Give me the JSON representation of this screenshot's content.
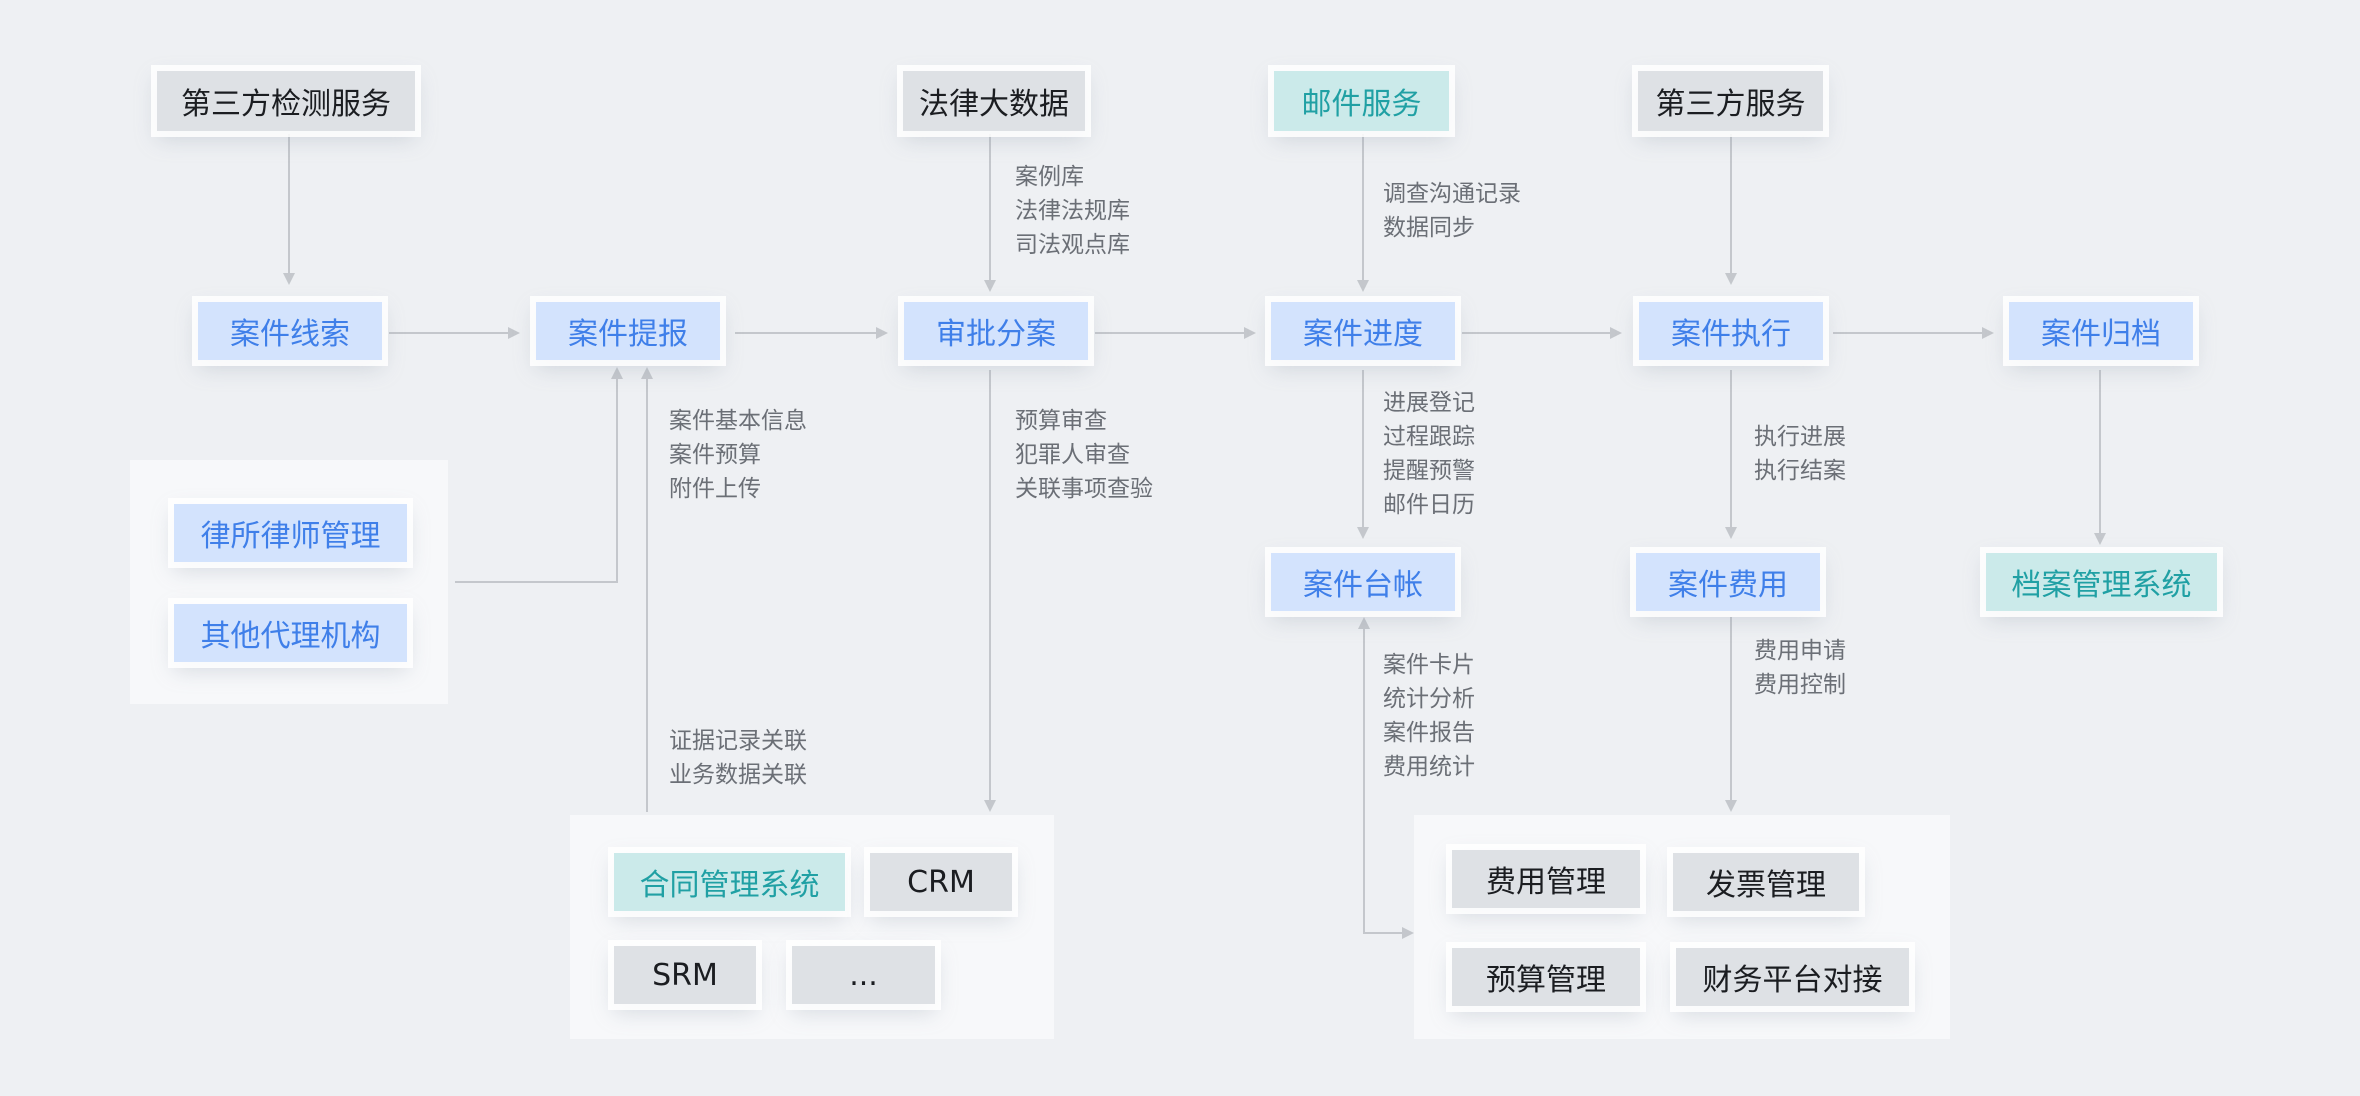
{
  "nodes": {
    "third_party_detection": "第三方检测服务",
    "legal_big_data": "法律大数据",
    "mail_service": "邮件服务",
    "third_party_service": "第三方服务",
    "case_clue": "案件线索",
    "case_report": "案件提报",
    "approval_assign": "审批分案",
    "case_progress": "案件进度",
    "case_execution": "案件执行",
    "case_archive": "案件归档",
    "law_firm_lawyer_mgmt": "律所律师管理",
    "other_agencies": "其他代理机构",
    "case_ledger": "案件台帐",
    "case_cost": "案件费用",
    "archive_system": "档案管理系统",
    "contract_system": "合同管理系统",
    "crm": "CRM",
    "srm": "SRM",
    "ellipsis": "...",
    "cost_mgmt": "费用管理",
    "invoice_mgmt": "发票管理",
    "budget_mgmt": "预算管理",
    "finance_platform": "财务平台对接"
  },
  "notes": {
    "legal_data": [
      "案例库",
      "法律法规库",
      "司法观点库"
    ],
    "mail": [
      "调查沟通记录",
      "数据同步"
    ],
    "case_info": [
      "案件基本信息",
      "案件预算",
      "附件上传"
    ],
    "approval": [
      "预算审查",
      "犯罪人审查",
      "关联事项查验"
    ],
    "progress": [
      "进展登记",
      "过程跟踪",
      "提醒预警",
      "邮件日历"
    ],
    "execution": [
      "执行进展",
      "执行结案"
    ],
    "evidence": [
      "证据记录关联",
      "业务数据关联"
    ],
    "ledger": [
      "案件卡片",
      "统计分析",
      "案件报告",
      "费用统计"
    ],
    "cost": [
      "费用申请",
      "费用控制"
    ]
  },
  "colors": {
    "blue_fill": "#d3e3fd",
    "blue_text": "#3f7fe9",
    "gray_fill": "#dee1e5",
    "teal_fill": "#cbeaea",
    "teal_text": "#20a0a4",
    "line": "#c4c7cc"
  }
}
